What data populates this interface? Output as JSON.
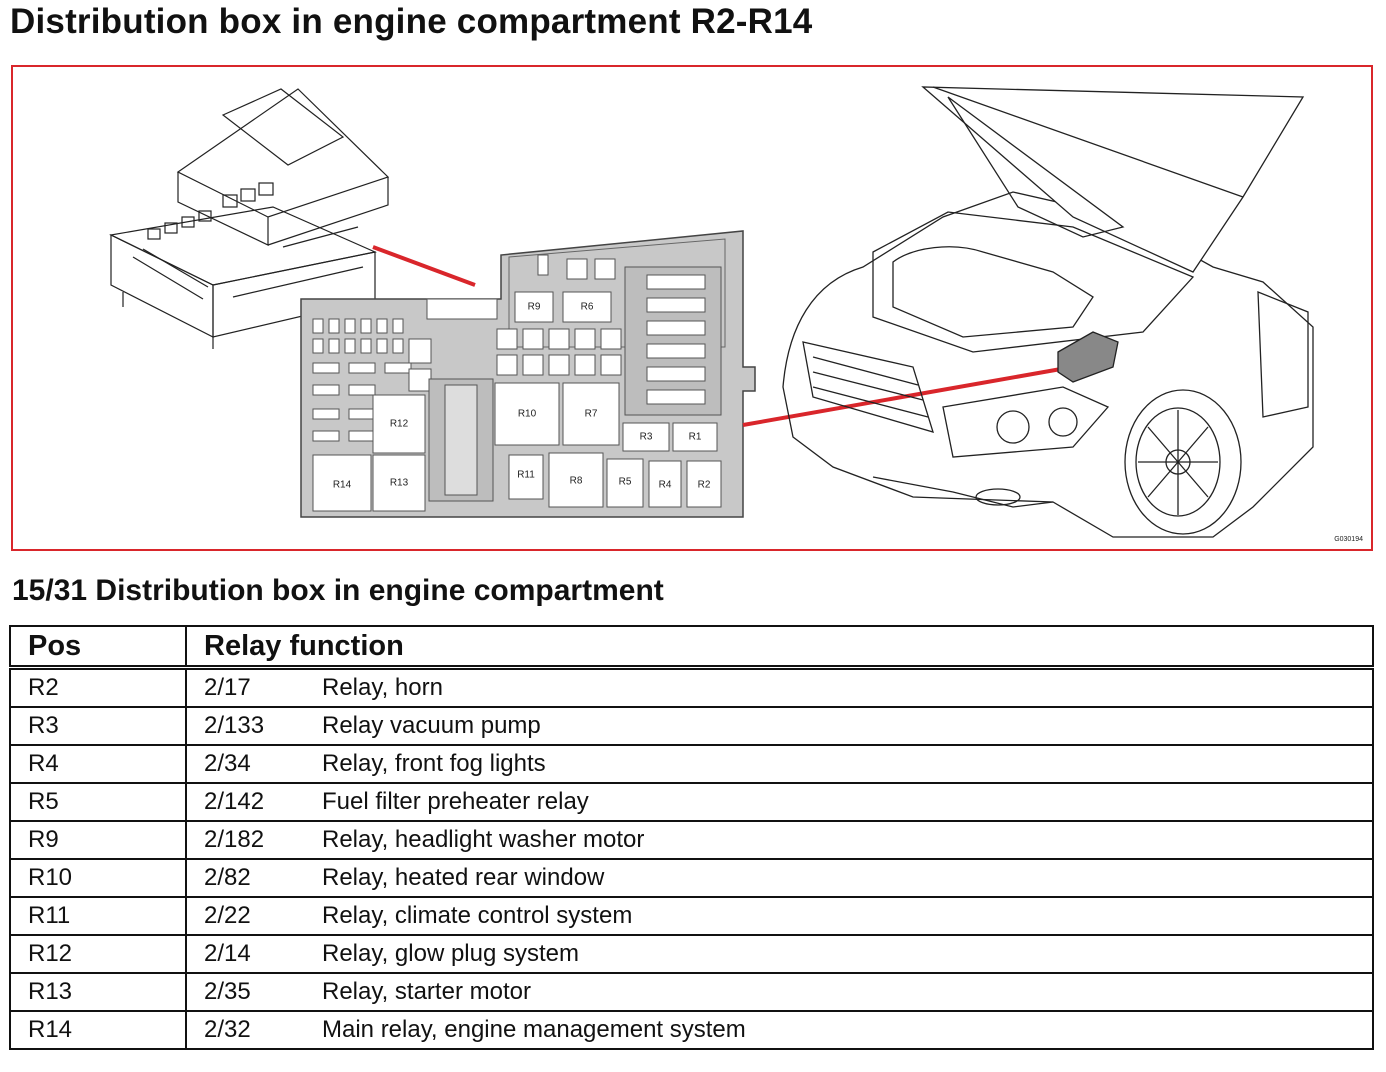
{
  "page": {
    "title": "Distribution box in engine compartment R2-R14"
  },
  "figure": {
    "code": "G030194",
    "relay_labels": [
      "R9",
      "R6",
      "R10",
      "R7",
      "R3",
      "R1",
      "R12",
      "R14",
      "R13",
      "R11",
      "R8",
      "R5",
      "R4",
      "R2"
    ]
  },
  "section": {
    "title": "15/31 Distribution box in engine compartment"
  },
  "table": {
    "headers": {
      "pos": "Pos",
      "function": "Relay function"
    },
    "rows": [
      {
        "pos": "R2",
        "code": "2/17",
        "desc": "Relay, horn"
      },
      {
        "pos": "R3",
        "code": "2/133",
        "desc": "Relay vacuum pump"
      },
      {
        "pos": "R4",
        "code": "2/34",
        "desc": "Relay, front fog lights"
      },
      {
        "pos": "R5",
        "code": "2/142",
        "desc": "Fuel filter preheater relay"
      },
      {
        "pos": "R9",
        "code": "2/182",
        "desc": "Relay, headlight washer motor"
      },
      {
        "pos": "R10",
        "code": "2/82",
        "desc": "Relay, heated rear window"
      },
      {
        "pos": "R11",
        "code": "2/22",
        "desc": "Relay, climate control system"
      },
      {
        "pos": "R12",
        "code": "2/14",
        "desc": "Relay, glow plug system"
      },
      {
        "pos": "R13",
        "code": "2/35",
        "desc": "Relay, starter motor"
      },
      {
        "pos": "R14",
        "code": "2/32",
        "desc": "Main relay, engine management system"
      }
    ]
  },
  "colors": {
    "frame_red": "#d9262b",
    "box_gray": "#c8c8c8",
    "relay_white": "#ffffff"
  }
}
